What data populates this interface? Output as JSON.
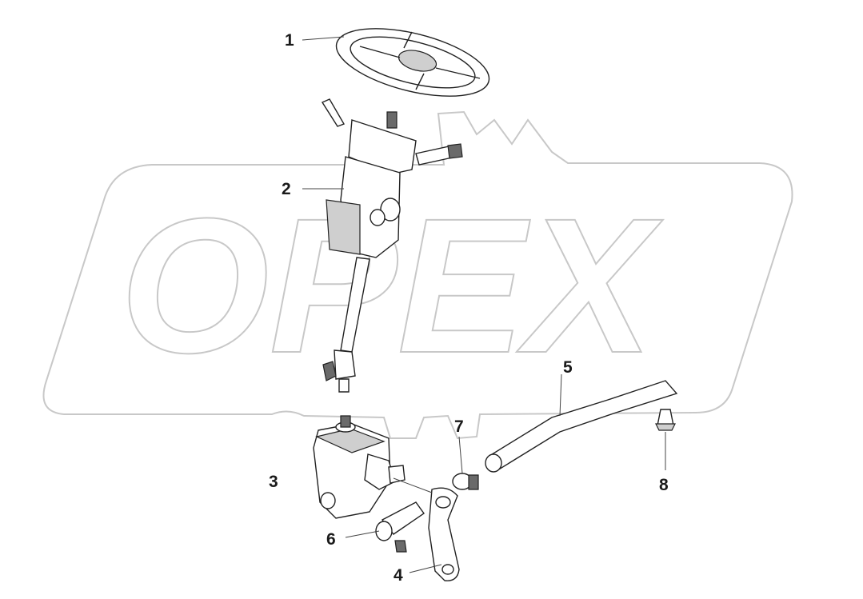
{
  "diagram": {
    "watermark": "OPEX",
    "callouts": [
      {
        "id": "1",
        "label": "1"
      },
      {
        "id": "2",
        "label": "2"
      },
      {
        "id": "3",
        "label": "3"
      },
      {
        "id": "4",
        "label": "4"
      },
      {
        "id": "5",
        "label": "5"
      },
      {
        "id": "6",
        "label": "6"
      },
      {
        "id": "7",
        "label": "7"
      },
      {
        "id": "8",
        "label": "8"
      }
    ]
  }
}
